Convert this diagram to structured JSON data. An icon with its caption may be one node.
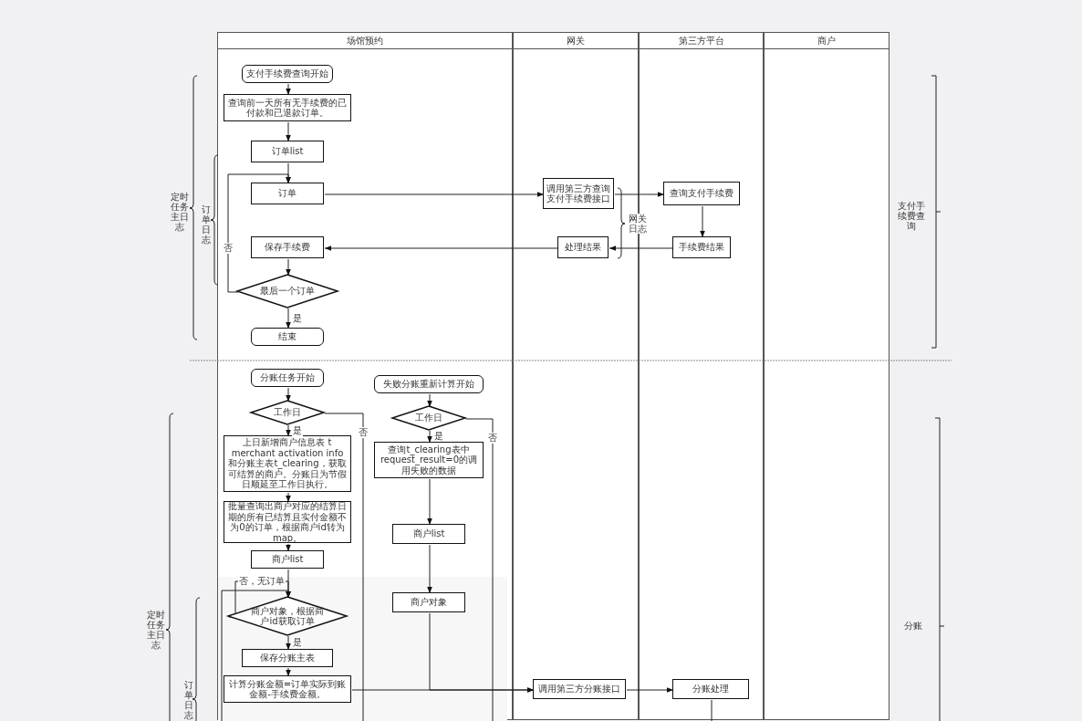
{
  "diagram": {
    "nodes": [
      {
        "text": [
          "场馆预约"
        ]
      },
      {
        "text": [
          "网关"
        ]
      },
      {
        "text": [
          "第三方平台"
        ]
      },
      {
        "text": [
          "商户"
        ]
      },
      {
        "text": [
          "支付手续费查询开始"
        ],
        "in": 0
      },
      {
        "text": [
          "查询前一天所有无手续费的已付款和已退款订单。"
        ],
        "in": 0
      },
      {
        "text": [
          "订单list"
        ],
        "in": 0
      },
      {
        "text": [
          "订单"
        ],
        "in": 0
      },
      {
        "text": [
          "保存手续费"
        ],
        "in": 0
      },
      {
        "text": [
          "最后一个订单"
        ],
        "in": 0
      },
      {
        "text": [
          "结束"
        ],
        "in": 0
      },
      {
        "text": [
          "调用第三方查询支付手续费接口"
        ],
        "in": 1
      },
      {
        "text": [
          "处理结果"
        ],
        "in": 1
      },
      {
        "text": [
          "查询支付手续费"
        ],
        "in": 2
      },
      {
        "text": [
          "手续费结果"
        ],
        "in": 2
      },
      {
        "text": [
          "分账任务开始"
        ],
        "in": 0
      },
      {
        "text": [
          "工作日"
        ],
        "in": 0
      },
      {
        "text": [
          "上日新增商户信息表 t merchant activation info和分账主表t_clearing，获取可结算的商户。分账日为节假日顺延至工作日执行。"
        ],
        "in": 0
      },
      {
        "text": [
          "批量查询出商户对应的结算日期的所有已结算且实付金额不为0的订单，根据商户id转为map。"
        ],
        "in": 0
      },
      {
        "text": [
          "商户list"
        ],
        "in": 0
      },
      {
        "text": [
          "商户对象，根据商户id获取订单"
        ],
        "in": 0
      },
      {
        "text": [
          "保存分账主表"
        ],
        "in": 0
      },
      {
        "text": [
          "计算分账金额=订单实际到账金额-手续费金额。"
        ],
        "in": 0
      },
      {
        "text": [
          "失败分账重新计算开始"
        ],
        "in": 0
      },
      {
        "text": [
          "工作日"
        ],
        "in": 0
      },
      {
        "text": [
          "查询t_clearing表中request_result=0的调用失败的数据"
        ],
        "in": 0
      },
      {
        "text": [
          "商户list"
        ],
        "in": 0
      },
      {
        "text": [
          "商户对象"
        ],
        "in": 0
      },
      {
        "text": [
          "调用第三方分账接口"
        ],
        "in": 1
      },
      {
        "text": [
          "分账处理"
        ],
        "in": 2
      }
    ],
    "edges": [
      {
        "from": 4,
        "to": 5,
        "arrow": "to"
      },
      {
        "from": 5,
        "to": 6,
        "arrow": "to"
      },
      {
        "from": 6,
        "to": 7,
        "arrow": "to"
      },
      {
        "from": 7,
        "to": 11,
        "arrow": "to"
      },
      {
        "from": 11,
        "to": 13,
        "arrow": "to"
      },
      {
        "from": 13,
        "to": 14,
        "arrow": "to"
      },
      {
        "from": 14,
        "to": 12,
        "arrow": "to"
      },
      {
        "from": 12,
        "to": 8,
        "arrow": "to"
      },
      {
        "from": 8,
        "to": 9,
        "arrow": "to"
      },
      {
        "from": 9,
        "to": 7,
        "arrow": "to",
        "label": "否"
      },
      {
        "from": 9,
        "to": 10,
        "arrow": "to",
        "label": "是"
      },
      {
        "from": 15,
        "to": 16,
        "arrow": "to"
      },
      {
        "from": 16,
        "to": 17,
        "arrow": "to",
        "label": "是"
      },
      {
        "from": 16,
        "to": null,
        "arrow": "none",
        "label": "否"
      },
      {
        "from": 17,
        "to": 18,
        "arrow": "to"
      },
      {
        "from": 18,
        "to": 19,
        "arrow": "to"
      },
      {
        "from": 19,
        "to": 20,
        "arrow": "to"
      },
      {
        "from": 20,
        "to": 20,
        "arrow": "to",
        "label": "否，无订单"
      },
      {
        "from": null,
        "to": 20,
        "arrow": "to"
      },
      {
        "from": 20,
        "to": 21,
        "arrow": "to",
        "label": "是"
      },
      {
        "from": 21,
        "to": 22,
        "arrow": "to"
      },
      {
        "from": 22,
        "to": 28,
        "arrow": "to"
      },
      {
        "from": 23,
        "to": 24,
        "arrow": "to"
      },
      {
        "from": 24,
        "to": 25,
        "arrow": "to",
        "label": "是"
      },
      {
        "from": 24,
        "to": null,
        "arrow": "none",
        "label": "否"
      },
      {
        "from": 25,
        "to": 26,
        "arrow": "to"
      },
      {
        "from": 26,
        "to": 27,
        "arrow": "to"
      },
      {
        "from": 27,
        "to": 28,
        "arrow": "to"
      },
      {
        "from": 28,
        "to": 29,
        "arrow": "to"
      },
      {
        "from": 29,
        "to": null,
        "arrow": "none"
      }
    ],
    "labels": [
      "定时任务主日志",
      "订单日志",
      "网关日志",
      "支付手续费查询",
      "定时任务主日志",
      "订单日志",
      "分账"
    ]
  }
}
